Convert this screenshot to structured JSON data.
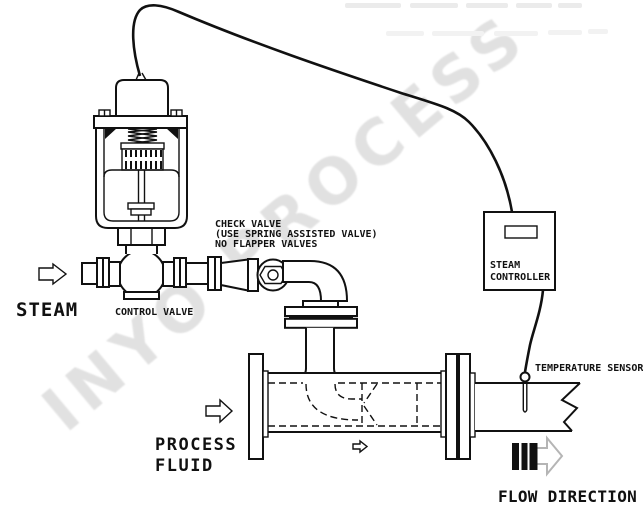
{
  "watermark": "INYO PROCESS",
  "labels": {
    "steam": "STEAM",
    "control_valve": "CONTROL VALVE",
    "check_valve_line1": "CHECK VALVE",
    "check_valve_line2": "(USE SPRING ASSISTED VALVE)",
    "check_valve_line3": "NO FLAPPER VALVES",
    "process_fluid_line1": "PROCESS",
    "process_fluid_line2": "FLUID",
    "steam_controller_line1": "STEAM",
    "steam_controller_line2": "CONTROLLER",
    "temperature_sensor": "TEMPERATURE SENSOR",
    "flow_direction": "FLOW DIRECTION"
  },
  "colors": {
    "line": "#111111",
    "background": "#ffffff",
    "watermark": "#c9c9c9",
    "flow_arrow_gray": "#b5b5b5"
  }
}
